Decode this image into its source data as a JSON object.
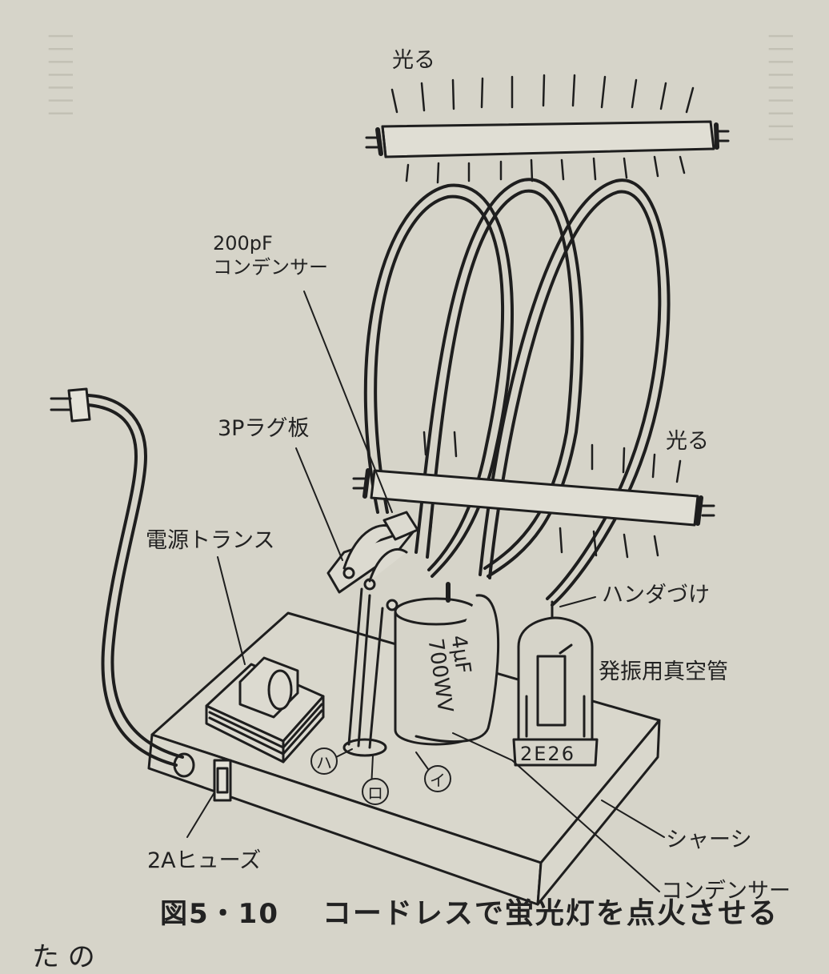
{
  "labels": {
    "glow_top": "光る",
    "glow_bottom": "光る",
    "capacitor_200pf_value": "200pF",
    "capacitor_200pf_name": "コンデンサー",
    "lug_board": "3Pラグ板",
    "power_transformer": "電源トランス",
    "solder": "ハンダづけ",
    "oscillator_tube": "発振用真空管",
    "fuse": "2Aヒューズ",
    "chassis": "シャーシ",
    "condenser": "コンデンサー",
    "capacitor_capacitance": "4μF",
    "capacitor_voltage": "700WV",
    "tube_type": "2E26",
    "terminal_ha": "ハ",
    "terminal_ro": "ロ",
    "terminal_i": "イ"
  },
  "caption": {
    "figure_number": "図5・10",
    "title": "コードレスで蛍光灯を点火させる"
  },
  "body": {
    "continuation": "た の"
  }
}
